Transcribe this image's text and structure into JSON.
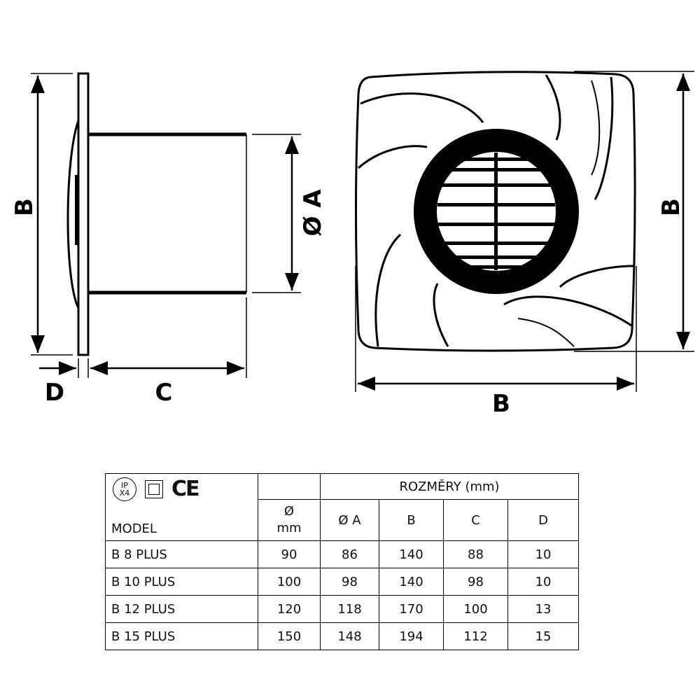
{
  "dimensions": {
    "B_left": "B",
    "D": "D",
    "C": "C",
    "A": "Ø A",
    "B_right": "B",
    "B_bottom": "B"
  },
  "table": {
    "header_group": "ROZMĚRY (mm)",
    "model_label": "MODEL",
    "diameter_symbol": "Ø",
    "diameter_unit": "mm",
    "columns": [
      "Ø A",
      "B",
      "C",
      "D"
    ],
    "rows": [
      {
        "model": "B 8 PLUS",
        "d": "90",
        "a": "86",
        "b": "140",
        "c": "88",
        "dd": "10"
      },
      {
        "model": "B 10 PLUS",
        "d": "100",
        "a": "98",
        "b": "140",
        "c": "98",
        "dd": "10"
      },
      {
        "model": "B 12 PLUS",
        "d": "120",
        "a": "118",
        "b": "170",
        "c": "100",
        "dd": "13"
      },
      {
        "model": "B 15 PLUS",
        "d": "150",
        "a": "148",
        "b": "194",
        "c": "112",
        "dd": "15"
      }
    ],
    "icons": {
      "ip_top": "IP",
      "ip_bottom": "X4",
      "ce": "CE"
    }
  }
}
